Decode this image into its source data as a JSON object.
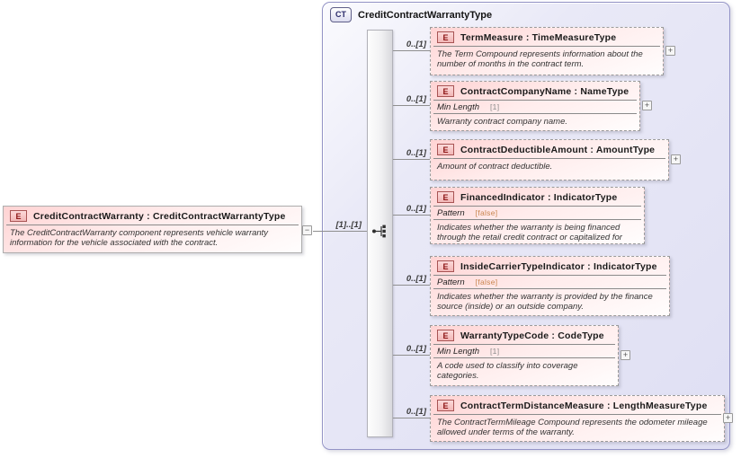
{
  "icons": {
    "expand": "+",
    "collapse": "−"
  },
  "colors": {
    "container_fill": "#e4e4f5",
    "container_border": "#9393c6",
    "element_fill_top": "#ffd3d3",
    "element_border": "#9a9a9a",
    "badge_e_bg": "#f5c4c4",
    "badge_e_border": "#a85454",
    "badge_e_text": "#8c1414",
    "badge_ct_text": "#2b2b6b",
    "facet_value_number": "#8a8a8a",
    "facet_value_boolean": "#c8854e"
  },
  "root_element": {
    "badge": "E",
    "title": "CreditContractWarranty : CreditContractWarrantyType",
    "description": "The CreditContractWarranty component represents vehicle warranty information for the vehicle associated with the contract.",
    "cardinality": "[1]..[1]"
  },
  "complex_type": {
    "badge": "CT",
    "title": "CreditContractWarrantyType",
    "compositor": "sequence"
  },
  "children": [
    {
      "badge": "E",
      "title": "TermMeasure : TimeMeasureType",
      "cardinality": "0..[1]",
      "description": "The Term Compound represents information about the number of months in the contract term."
    },
    {
      "badge": "E",
      "title": "ContractCompanyName : NameType",
      "cardinality": "0..[1]",
      "facets": [
        {
          "name": "Min Length",
          "value": "[1]"
        }
      ],
      "description": "Warranty contract company name."
    },
    {
      "badge": "E",
      "title": "ContractDeductibleAmount : AmountType",
      "cardinality": "0..[1]",
      "description": "Amount of contract deductible."
    },
    {
      "badge": "E",
      "title": "FinancedIndicator : IndicatorType",
      "cardinality": "0..[1]",
      "facets": [
        {
          "name": "Pattern",
          "value": "[false]"
        }
      ],
      "description": "Indicates whether the warranty is being financed through the retail credit contract or capitalized for lease."
    },
    {
      "badge": "E",
      "title": "InsideCarrierTypeIndicator : IndicatorType",
      "cardinality": "0..[1]",
      "facets": [
        {
          "name": "Pattern",
          "value": "[false]"
        }
      ],
      "description": "Indicates whether the warranty is provided by the finance source (inside) or an outside company."
    },
    {
      "badge": "E",
      "title": "WarrantyTypeCode : CodeType",
      "cardinality": "0..[1]",
      "facets": [
        {
          "name": "Min Length",
          "value": "[1]"
        }
      ],
      "description": "A code used to classify into coverage categories."
    },
    {
      "badge": "E",
      "title": "ContractTermDistanceMeasure : LengthMeasureType",
      "cardinality": "0..[1]",
      "description": "The ContractTermMileage Compound represents the odometer mileage allowed under terms of the warranty."
    }
  ]
}
